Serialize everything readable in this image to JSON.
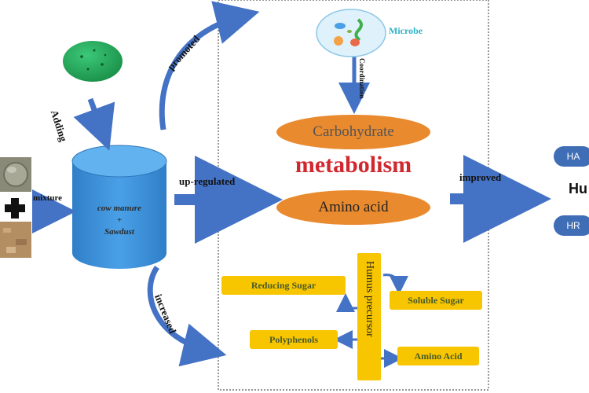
{
  "labels": {
    "adding": "Adding",
    "promoted": "promoted",
    "mixture": "mixture",
    "up_regulated": "up-regulated",
    "improved": "improved",
    "increased": "increased",
    "coordination": "Coordination"
  },
  "microbe": {
    "label": "Microbe"
  },
  "cylinder": {
    "line1": "cow manure",
    "line2": "+",
    "line3": "Sawdust"
  },
  "center": {
    "carbohydrate": "Carbohydrate",
    "metabolism": "metabolism",
    "amino_acid": "Amino acid"
  },
  "humus_precursor": {
    "title": "Humus precursor",
    "reducing_sugar": "Reducing Sugar",
    "soluble_sugar": "Soluble Sugar",
    "polyphenols": "Polyphenols",
    "amino_acid": "Amino Acid"
  },
  "right": {
    "ha": "HA",
    "hr": "HR",
    "partial": "Hu"
  },
  "colors": {
    "arrow": "#4472c4",
    "cylinder": "#3d8fd8",
    "oval": "#e98a2e",
    "yellow": "#f7c600",
    "metabolism": "#d0282e",
    "microbe_text": "#2fb3c8",
    "pill": "#3f6db6",
    "green_disc": "#23a85a"
  }
}
